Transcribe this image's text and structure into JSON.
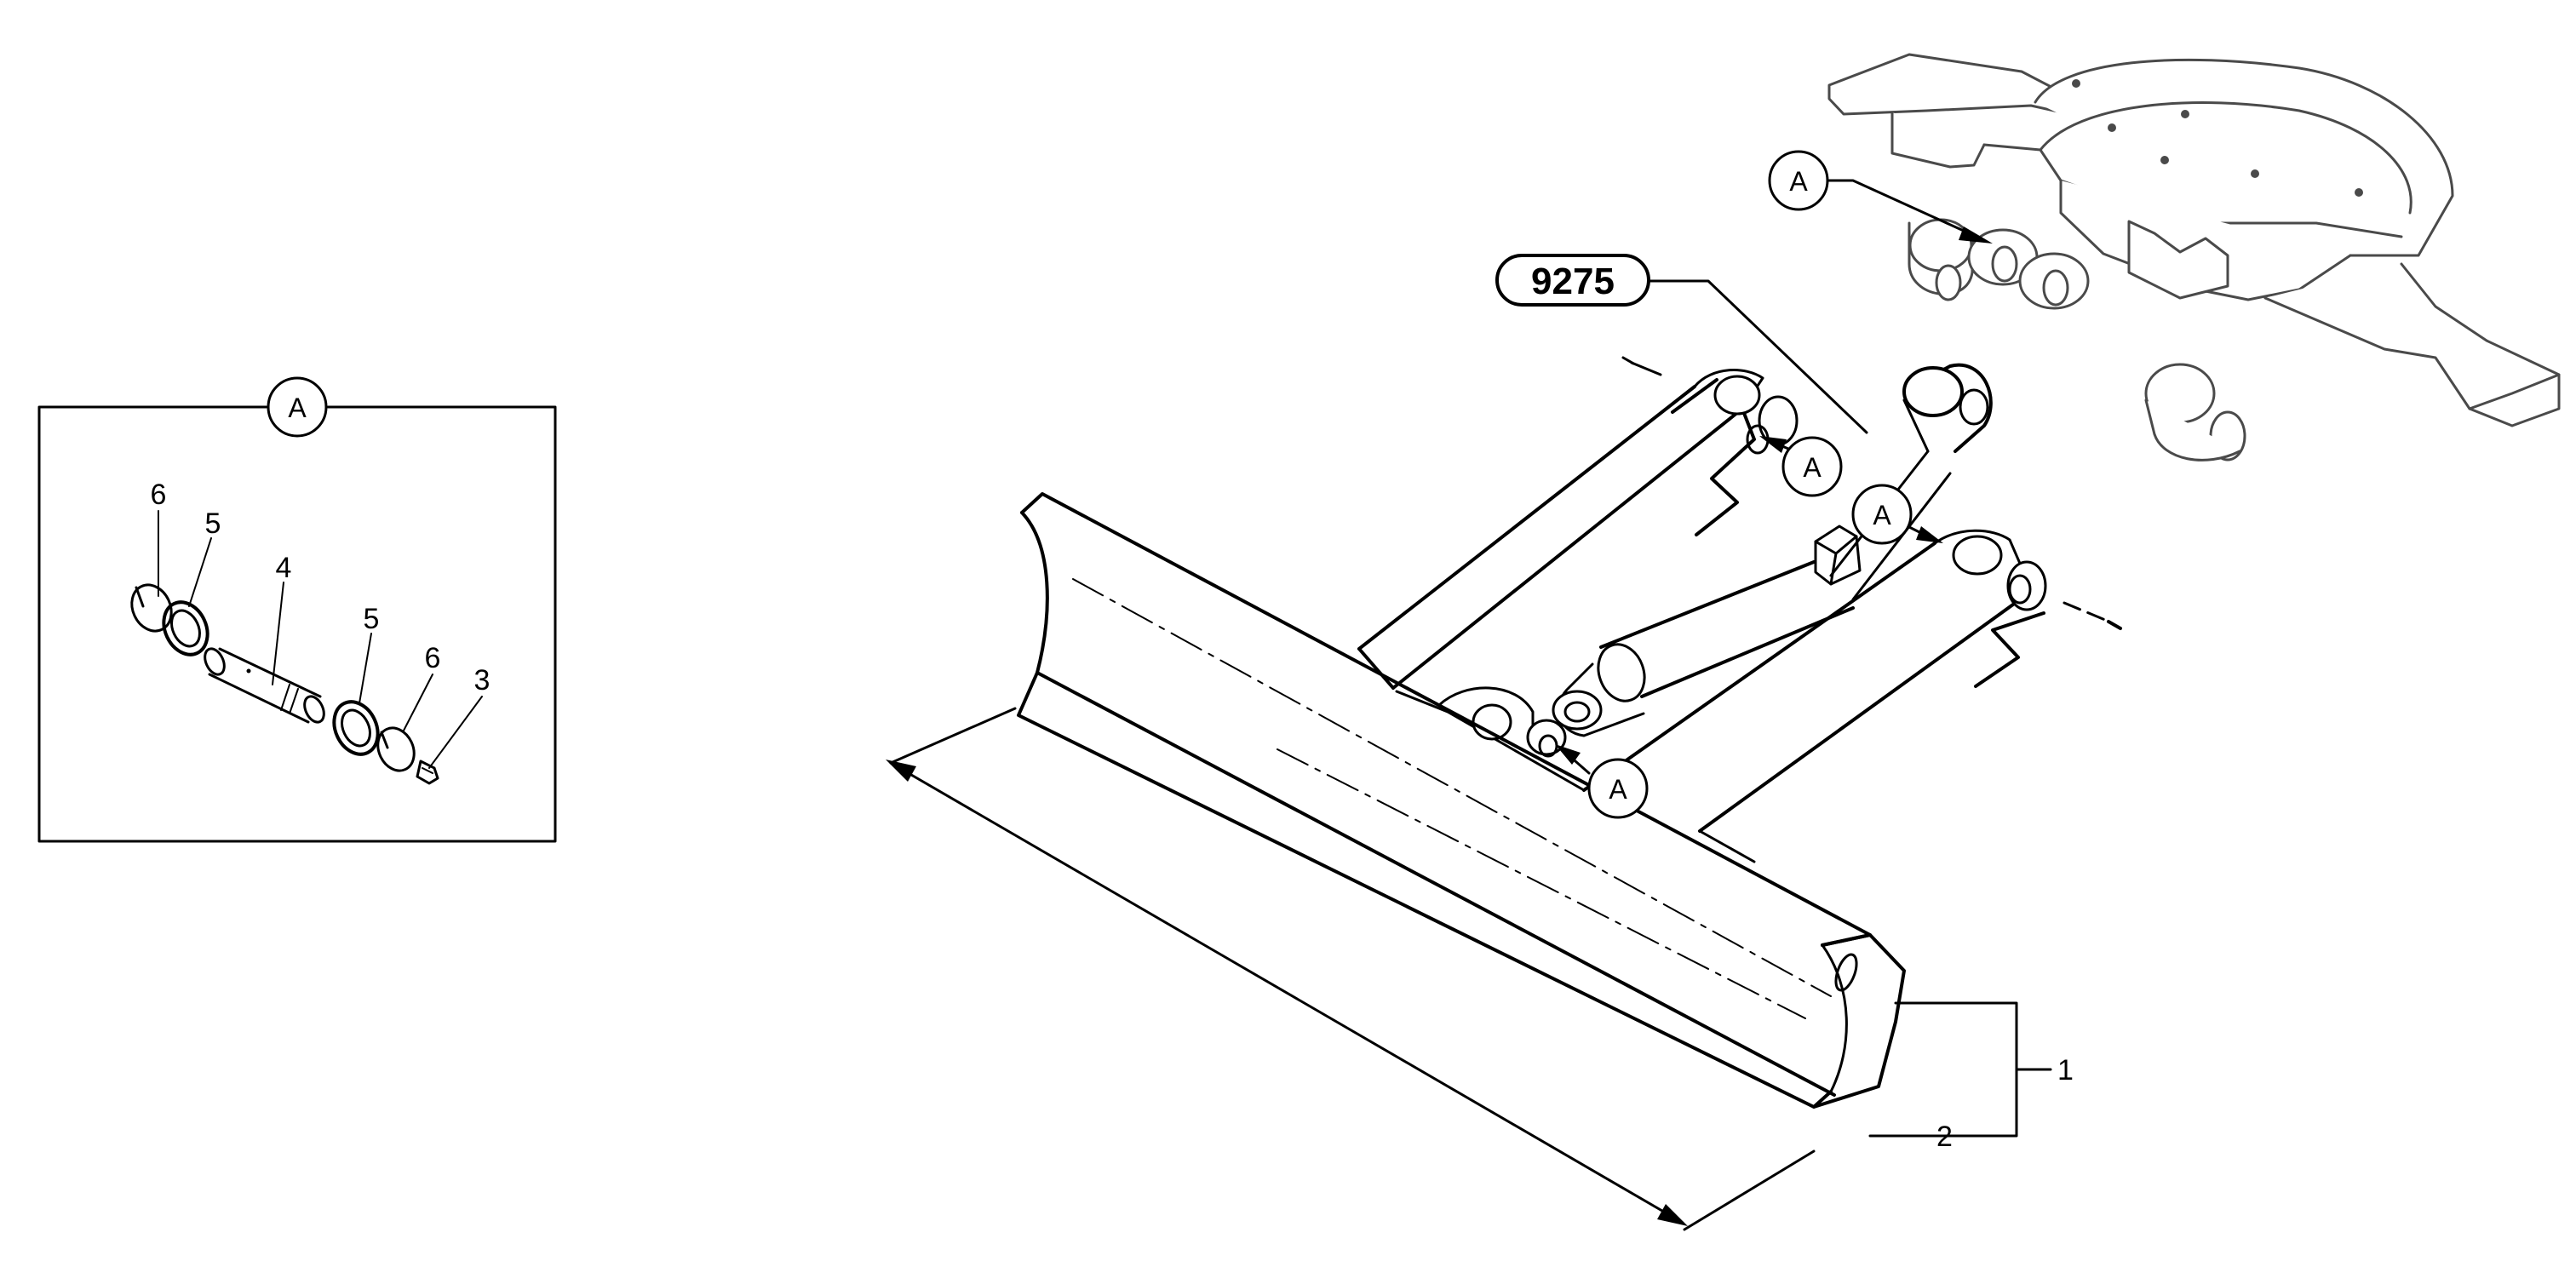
{
  "detail": {
    "ref": "A",
    "parts": [
      "6",
      "5",
      "4",
      "5",
      "6",
      "3"
    ]
  },
  "main": {
    "group_ref": "9275",
    "callouts": [
      "A",
      "A",
      "A",
      "A"
    ],
    "labels": {
      "assembly": "1",
      "edge": "2"
    }
  },
  "colors": {
    "ink": "#000000",
    "grey": "#4a4a4a"
  }
}
